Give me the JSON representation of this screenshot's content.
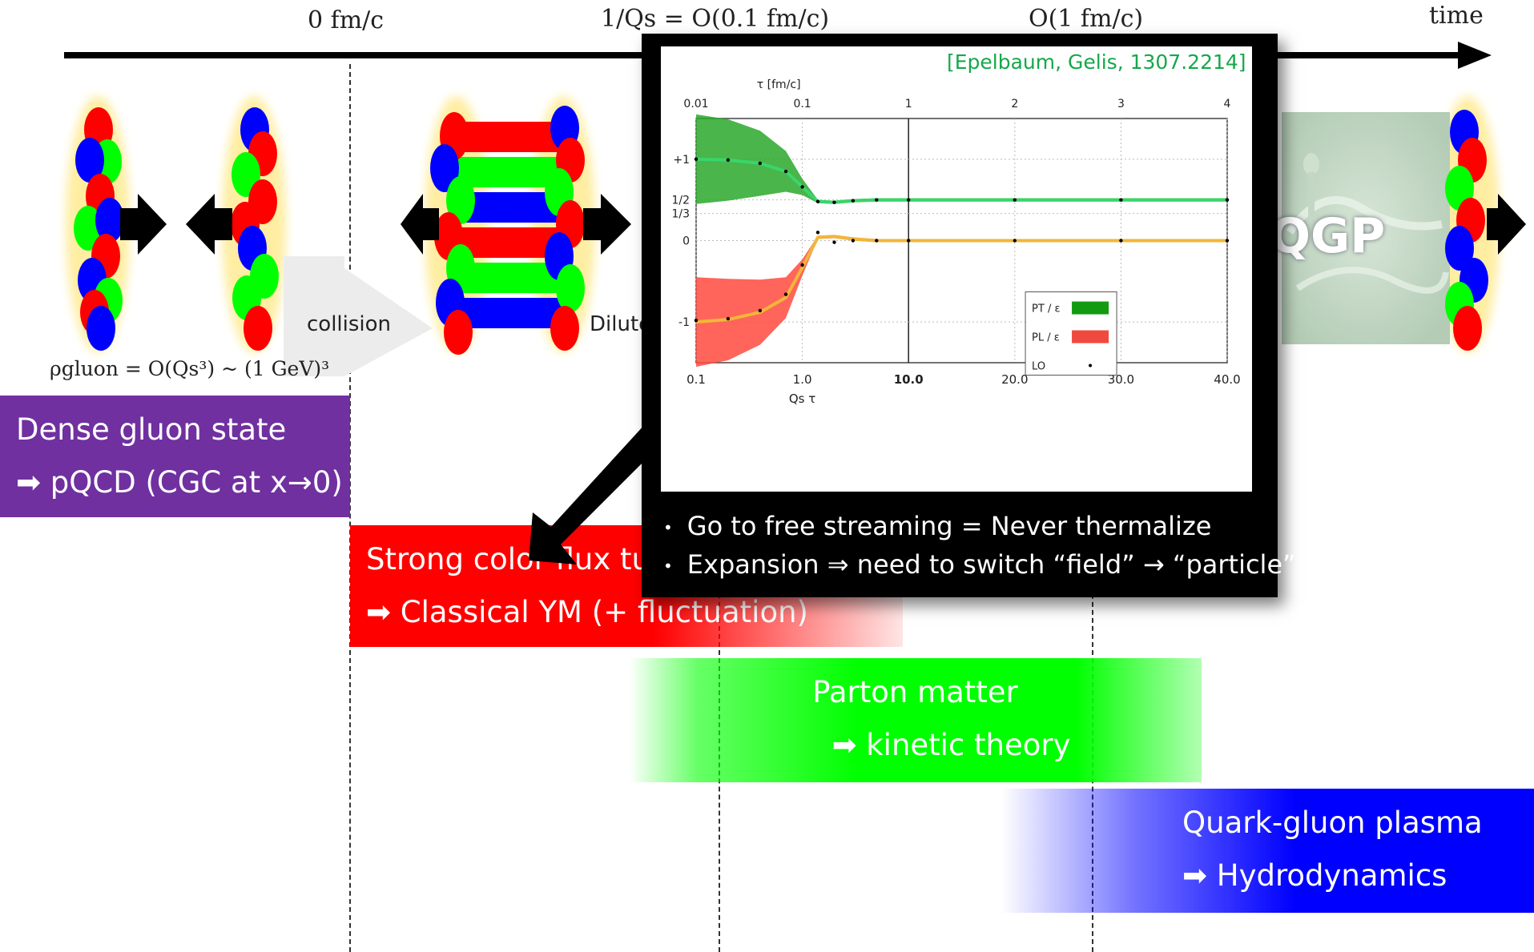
{
  "timeline": {
    "labels": [
      "0 fm/c",
      "1/Qs = O(0.1 fm/c)",
      "O(1 fm/c)",
      "time"
    ]
  },
  "diagram": {
    "collision_label": "collision",
    "dilute_label": "Dilute",
    "density_formula": "ρgluon = O(Qs³) ~ (1 GeV)³",
    "qgp_label": "QGP"
  },
  "stages": [
    {
      "line1": "Dense gluon state",
      "line2": "➡ pQCD (CGC at x→0)",
      "color": "#7030a0"
    },
    {
      "line1": "Strong color flux tube",
      "line2": "➡ Classical YM (+ fluctuation)",
      "color": "#ff0000"
    },
    {
      "line1": "Parton matter",
      "line2": "➡ kinetic theory",
      "color": "#00ff00"
    },
    {
      "line1": "Quark-gluon plasma",
      "line2": "➡ Hydrodynamics",
      "color": "#0000ff"
    }
  ],
  "popup": {
    "citation": "[Epelbaum, Gelis, 1307.2214]",
    "bullets": [
      "Go to free streaming = Never thermalize",
      "Expansion ⇒ need to switch “field” → “particle”"
    ]
  },
  "chart_data": {
    "type": "line",
    "title": "",
    "xlabel": "Qs τ",
    "x2label": "τ  [fm/c]",
    "ylabel": "",
    "x_ticks": [
      "0.1",
      "1.0",
      "10.0",
      "20.0",
      "30.0",
      "40.0"
    ],
    "x2_ticks": [
      "0.01",
      "0.1",
      "1",
      "2",
      "3",
      "4"
    ],
    "y_ticks": [
      "+1",
      "1/2",
      "1/3",
      "0",
      "-1"
    ],
    "ylim": [
      -1.5,
      1.5
    ],
    "legend_position": "lower-right",
    "series": [
      {
        "name": "PT / ε",
        "color": "#129b12",
        "x": [
          0.1,
          0.2,
          0.4,
          0.7,
          1.0,
          1.4,
          2,
          3,
          5,
          10,
          20,
          30,
          40
        ],
        "y": [
          1.0,
          0.99,
          0.95,
          0.85,
          0.66,
          0.48,
          0.47,
          0.49,
          0.5,
          0.5,
          0.5,
          0.5,
          0.5
        ]
      },
      {
        "name": "PL / ε",
        "color": "#f04a3e",
        "x": [
          0.1,
          0.2,
          0.4,
          0.7,
          1.0,
          1.4,
          2,
          3,
          5,
          10,
          20,
          30,
          40
        ],
        "y": [
          -1.0,
          -0.97,
          -0.88,
          -0.7,
          -0.33,
          0.04,
          0.05,
          0.02,
          0.0,
          0.0,
          0.0,
          0.0,
          0.0
        ]
      },
      {
        "name": "LO",
        "color": "#000000",
        "x": [
          0.1,
          0.2,
          0.4,
          0.7,
          1.0,
          1.4,
          2,
          3,
          5,
          10,
          20,
          30,
          40
        ],
        "y": [
          -0.98,
          -0.96,
          -0.86,
          -0.66,
          -0.3,
          0.1,
          -0.02,
          0.0,
          0.0,
          0.0,
          0.0,
          0.0,
          0.0
        ]
      }
    ]
  }
}
